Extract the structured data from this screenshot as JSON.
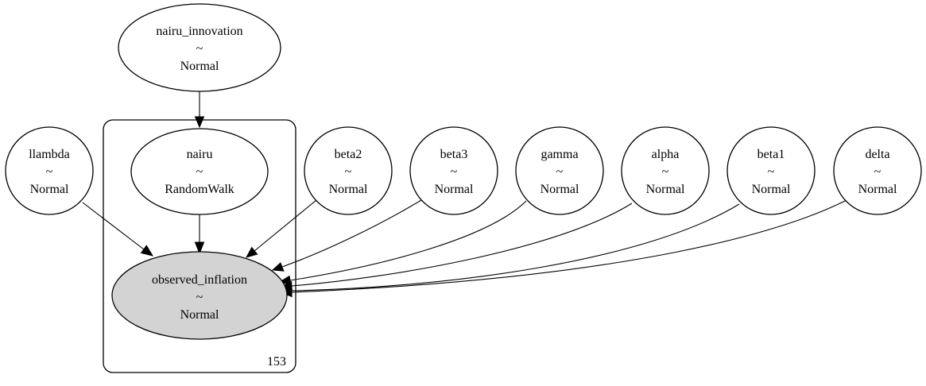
{
  "nodes": {
    "nairu_innovation": {
      "name": "nairu_innovation",
      "tilde": "~",
      "dist": "Normal"
    },
    "llambda": {
      "name": "llambda",
      "tilde": "~",
      "dist": "Normal"
    },
    "nairu": {
      "name": "nairu",
      "tilde": "~",
      "dist": "RandomWalk"
    },
    "beta2": {
      "name": "beta2",
      "tilde": "~",
      "dist": "Normal"
    },
    "beta3": {
      "name": "beta3",
      "tilde": "~",
      "dist": "Normal"
    },
    "gamma": {
      "name": "gamma",
      "tilde": "~",
      "dist": "Normal"
    },
    "alpha": {
      "name": "alpha",
      "tilde": "~",
      "dist": "Normal"
    },
    "beta1": {
      "name": "beta1",
      "tilde": "~",
      "dist": "Normal"
    },
    "delta": {
      "name": "delta",
      "tilde": "~",
      "dist": "Normal"
    },
    "observed_inflation": {
      "name": "observed_inflation",
      "tilde": "~",
      "dist": "Normal"
    }
  },
  "plate": {
    "label": "153"
  },
  "edges": [
    [
      "nairu_innovation",
      "nairu"
    ],
    [
      "llambda",
      "observed_inflation"
    ],
    [
      "nairu",
      "observed_inflation"
    ],
    [
      "beta2",
      "observed_inflation"
    ],
    [
      "beta3",
      "observed_inflation"
    ],
    [
      "gamma",
      "observed_inflation"
    ],
    [
      "alpha",
      "observed_inflation"
    ],
    [
      "beta1",
      "observed_inflation"
    ],
    [
      "delta",
      "observed_inflation"
    ]
  ]
}
